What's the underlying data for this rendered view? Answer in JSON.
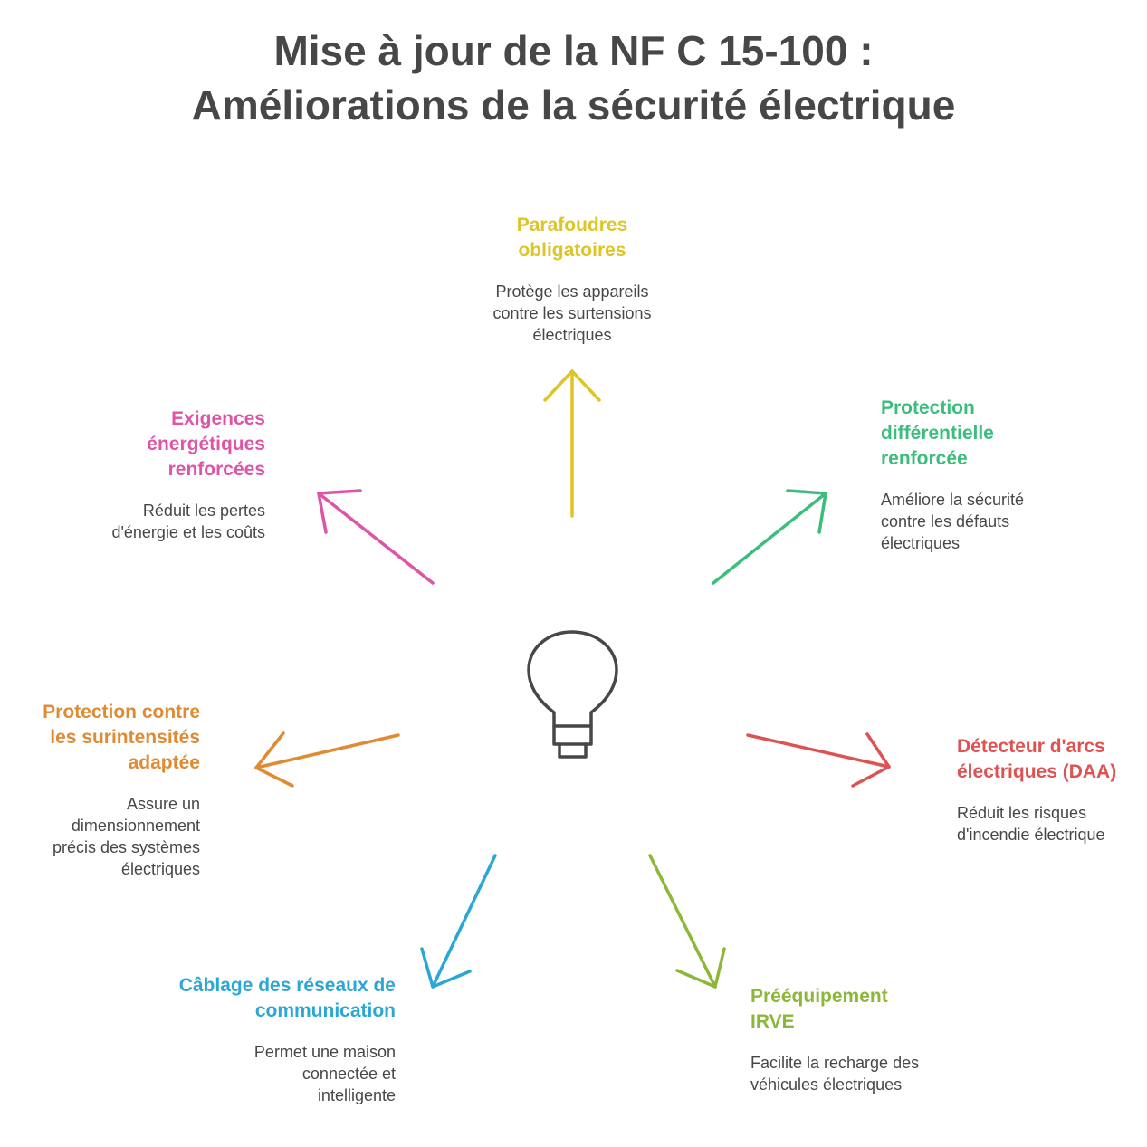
{
  "title": {
    "line1": "Mise à jour de la NF C 15-100 :",
    "line2": "Améliorations de la sécurité électrique"
  },
  "center_icon": "lightbulb-icon",
  "colors": {
    "text_dark": "#474747",
    "yellow": "#DEC525",
    "green": "#3DBD7D",
    "red": "#DE5252",
    "lime": "#8CB83A",
    "blue": "#2AA7D5",
    "orange": "#E08A33",
    "pink": "#DE55A8"
  },
  "nodes": [
    {
      "id": "parafoudres",
      "color": "#DEC525",
      "title": [
        "Parafoudres",
        "obligatoires"
      ],
      "desc": [
        "Protège les appareils",
        "contre les surtensions",
        "électriques"
      ]
    },
    {
      "id": "protection-differentielle",
      "color": "#3DBD7D",
      "title": [
        "Protection",
        "différentielle",
        "renforcée"
      ],
      "desc": [
        "Améliore la sécurité",
        "contre les défauts",
        "électriques"
      ]
    },
    {
      "id": "detecteur-arcs",
      "color": "#DE5252",
      "title": [
        "Détecteur d'arcs",
        "électriques (DAA)"
      ],
      "desc": [
        "Réduit les risques",
        "d'incendie électrique"
      ]
    },
    {
      "id": "preequipement-irve",
      "color": "#8CB83A",
      "title": [
        "Prééquipement",
        "IRVE"
      ],
      "desc": [
        "Facilite la recharge des",
        "véhicules électriques"
      ]
    },
    {
      "id": "cablage-reseaux",
      "color": "#2AA7D5",
      "title": [
        "Câblage des réseaux de",
        "communication"
      ],
      "desc": [
        "Permet une maison",
        "connectée et",
        "intelligente"
      ]
    },
    {
      "id": "protection-surintensites",
      "color": "#E08A33",
      "title": [
        "Protection contre",
        "les surintensités",
        "adaptée"
      ],
      "desc": [
        "Assure un",
        "dimensionnement",
        "précis des systèmes",
        "électriques"
      ]
    },
    {
      "id": "exigences-energetiques",
      "color": "#DE55A8",
      "title": [
        "Exigences",
        "énergétiques",
        "renforcées"
      ],
      "desc": [
        "Réduit les pertes",
        "d'énergie et les coûts"
      ]
    }
  ]
}
